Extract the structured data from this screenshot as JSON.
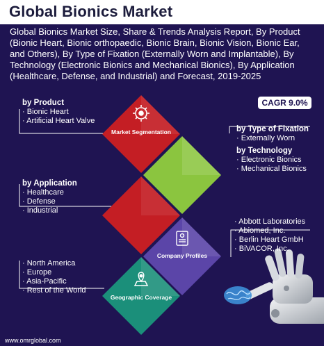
{
  "title": "Global Bionics Market",
  "subtitle": "Global Bionics Market Size, Share & Trends Analysis Report, By Product (Bionic Heart, Bionic orthopaedic, Bionic Brain, Bionic Vision, Bionic Ear, and Others), By Type of Fixation (Externally Worn and Implantable), By Technology (Electronic Bionics and Mechanical Bionics), By Application (Healthcare, Defense, and Industrial) and Forecast, 2019-2025",
  "cagr": "CAGR 9.0%",
  "product": {
    "heading": "by Product",
    "items": [
      "Bionic Heart",
      "Artificial Heart Valve"
    ]
  },
  "fixation": {
    "heading": "by Type of Fixation",
    "items": [
      "Externally Worn"
    ]
  },
  "technology": {
    "heading": "by Technology",
    "items": [
      "Electronic Bionics",
      "Mechanical Bionics"
    ]
  },
  "application": {
    "heading": "by Application",
    "items": [
      "Healthcare",
      "Defense",
      "Industrial"
    ]
  },
  "companies": {
    "items": [
      "Abbott Laboratories",
      "Abiomed, Inc.",
      "Berlin Heart GmbH",
      "BiVACOR, Inc."
    ]
  },
  "regions": {
    "items": [
      "North America",
      "Europe",
      "Asia-Pacific",
      "Rest of the World"
    ]
  },
  "diamonds": {
    "segmentation": "Market Segmentation",
    "profiles": "Company Profiles",
    "geography": "Geographic Coverage"
  },
  "footer": "www.omrglobal.com",
  "colors": {
    "background": "#1f1452",
    "red": "#c41e24",
    "green": "#8bc53f",
    "purple": "#5b45a8",
    "teal": "#1b8f7a"
  },
  "icons": [
    "brain-gear-icon",
    "document-profile-icon",
    "map-pin-icon",
    "robot-hand-icon"
  ]
}
